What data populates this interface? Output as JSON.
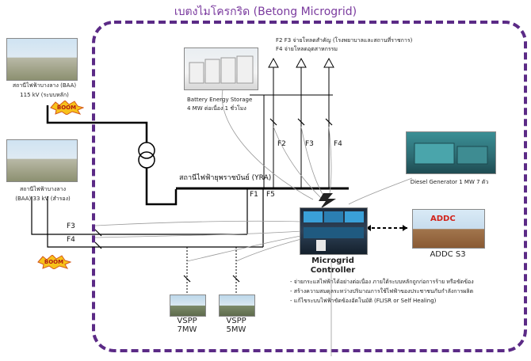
{
  "title": "เบตงไมโครกริด (Betong Microgrid)",
  "substation_main": {
    "name": "สถานีไฟฟ้าบางลาง (BAA)",
    "voltage": "115 kV (ระบบหลัก)"
  },
  "substation_backup": {
    "name": "สถานีไฟฟ้าบางลาง",
    "voltage": "(BAA) 33 kV (สำรอง)"
  },
  "boom_label": "BOOM",
  "feeder_note_1": "F2 F3 จ่ายโหลดสำคัญ (โรงพยาบาลและสถานที่ราชการ)",
  "feeder_note_2": "F4 จ่ายโหลดอุตสาหกรรม",
  "bess": {
    "name": "Battery Energy Storage",
    "spec": "4 MW ต่อเนื่อง 1 ชั่วโมง"
  },
  "yra_label": "สถานีไฟฟ้ายุพราชบันย์ (YRA)",
  "feeders": {
    "f1": "F1",
    "f2": "F2",
    "f3": "F3",
    "f4": "F4",
    "f5": "F5",
    "left_f3": "F3",
    "left_f4": "F4"
  },
  "diesel": "Diesel Generator 1 MW 7 ตัว",
  "controller": {
    "line1": "Microgrid",
    "line2": "Controller"
  },
  "addc": {
    "logo": "ADDC",
    "label": "ADDC S3"
  },
  "vspp1": {
    "line1": "VSPP",
    "line2": "7MW"
  },
  "vspp2": {
    "line1": "VSPP",
    "line2": "5MW"
  },
  "benefits": [
    "- จ่ายกระแสไฟฟ้าได้อย่างต่อเนื่อง ภายใต้ระบบหลักถูกก่อการร้าย หรือขัดข้อง",
    "- สร้างความสมดุลระหว่างปริมาณการใช้ไฟฟ้าของประชาชนกับกำลังการผลิต",
    "- แก้ไขระบบไฟฟ้าขัดข้องอัตโนมัติ (FLISR or Self Healing)"
  ],
  "colors": {
    "border": "#5b2a86",
    "title": "#7a3a9e",
    "line": "#000000",
    "boom": "#b01a10"
  }
}
